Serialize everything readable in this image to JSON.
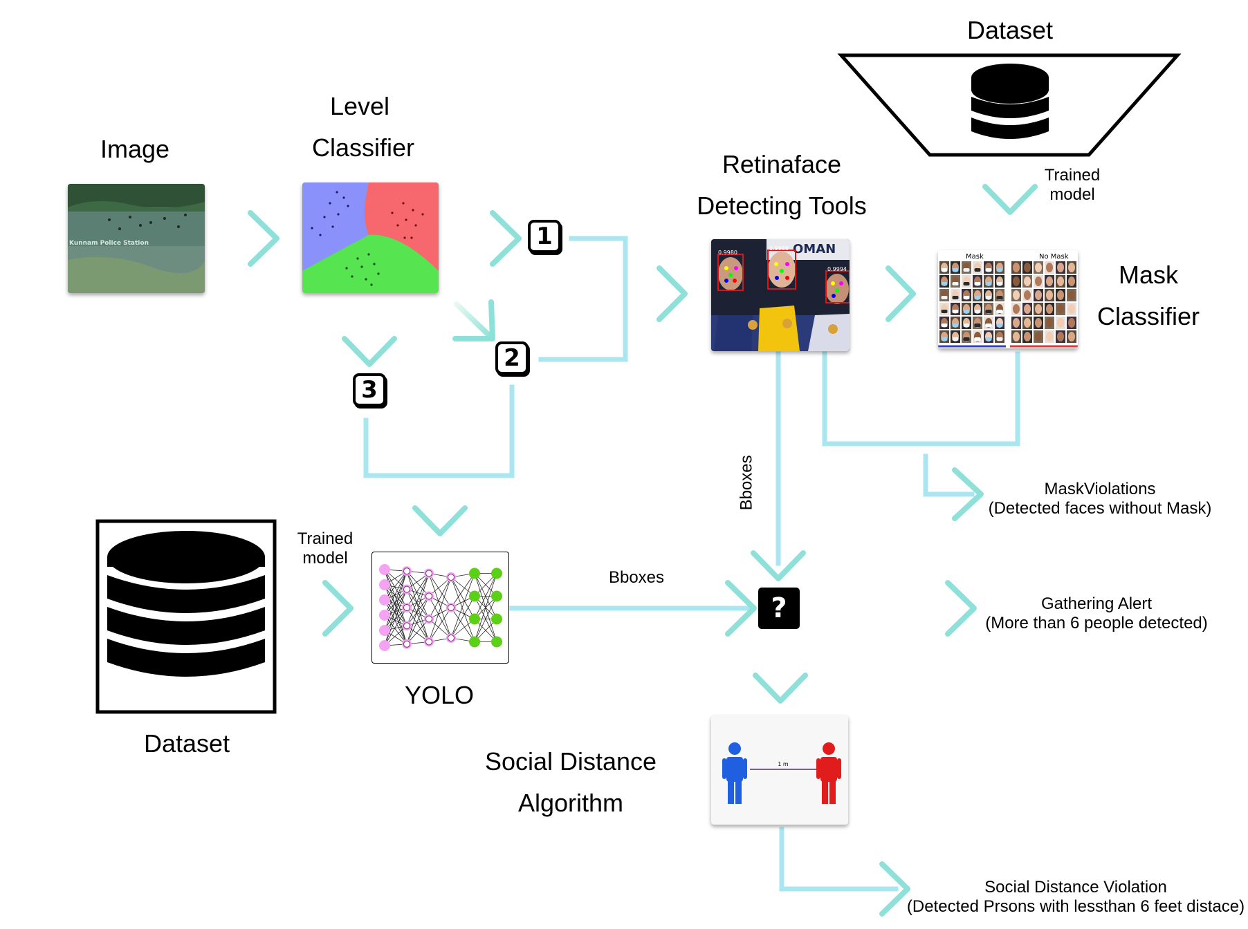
{
  "image": {
    "title": "Image",
    "watermark": "Kunnam Police Station"
  },
  "level_classifier": {
    "title_line1": "Level",
    "title_line2": "Classifier"
  },
  "levels": {
    "one": "1",
    "two": "2",
    "three": "3"
  },
  "retinaface": {
    "title_line1": "Retinaface",
    "title_line2": "Detecting Tools",
    "scores": [
      "0.9980",
      "0.9988",
      "0.9994"
    ]
  },
  "dataset_top": {
    "title": "Dataset",
    "trained_line1": "Trained",
    "trained_line2": "model"
  },
  "mask_classifier": {
    "title_line1": "Mask",
    "title_line2": "Classifier",
    "grid_label_mask": "Mask",
    "grid_label_no_mask": "No Mask"
  },
  "dataset_bottom": {
    "title": "Dataset",
    "trained_line1": "Trained",
    "trained_line2": "model"
  },
  "yolo": {
    "title": "YOLO"
  },
  "edges": {
    "bboxes_yolo": "Bboxes",
    "bboxes_retina": "Bboxes"
  },
  "decision": {
    "symbol": "?"
  },
  "mask_violations": {
    "line1": "MaskViolations",
    "line2": "(Detected faces without Mask)"
  },
  "gathering_alert": {
    "line1": "Gathering Alert",
    "line2": "(More than 6 people detected)"
  },
  "social_distance": {
    "title_line1": "Social  Distance",
    "title_line2": "Algorithm",
    "distance_label": "1 m"
  },
  "social_violation": {
    "line1": "Social Distance Violation",
    "line2": "(Detected Prsons with lessthan 6 feet distace)"
  },
  "colors": {
    "connector": "#a9e6ef",
    "arrow_gradient_start": "#e6f9f1",
    "arrow_gradient_end": "#8fe0d8",
    "class_blue": "#8b91fb",
    "class_red": "#f7676e",
    "class_green": "#56e551",
    "nn_pink": "#f4a3f2",
    "nn_green": "#5ccf16",
    "person_blue": "#1f5fe0",
    "person_red": "#e01c1c"
  }
}
